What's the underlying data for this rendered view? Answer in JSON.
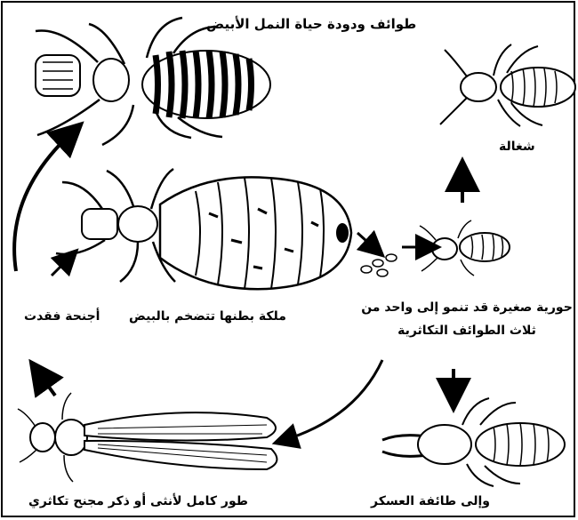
{
  "title": "طوائف ودودة حياة النمل الأبيض",
  "labels": {
    "worker": "شغالة",
    "queen": "ملكة بطنها تتضخم بالبيض",
    "lost_wings": "أجنحة فقدت",
    "nymph": "حورية صغيرة قد تنمو إلى واحد من ثلاث الطوائف التكاثرية",
    "soldier": "وإلى طائفة العسكر",
    "winged_adult": "طور كامل لأنثى أو ذكر مجنح تكاثري"
  },
  "colors": {
    "ink": "#000000",
    "paper": "#ffffff"
  }
}
